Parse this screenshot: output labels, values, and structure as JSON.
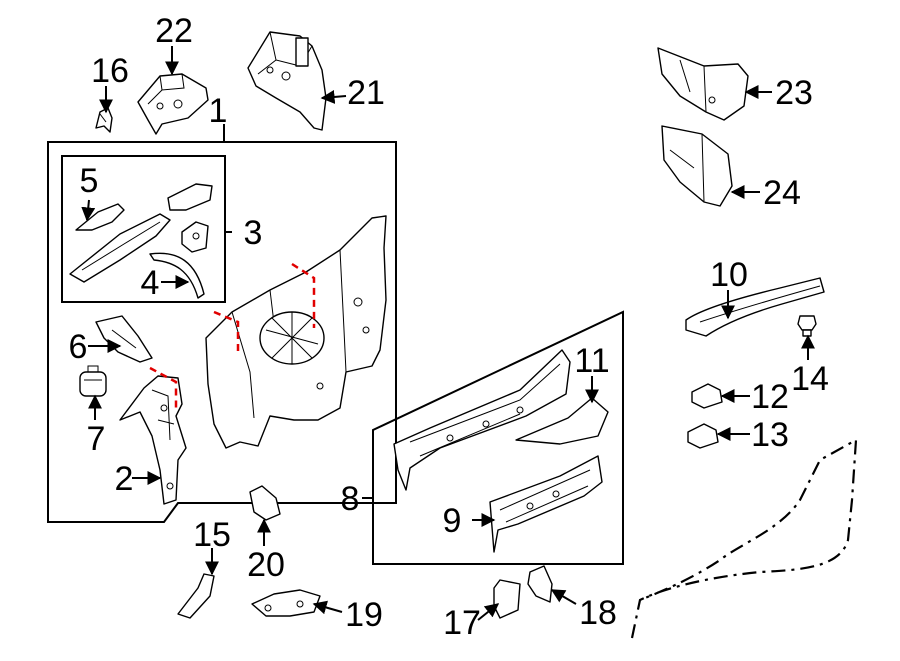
{
  "diagram": {
    "colors": {
      "line": "#000000",
      "cut_line": "#e10000",
      "background": "#ffffff"
    },
    "callouts": [
      {
        "id": "c1",
        "label": "1"
      },
      {
        "id": "c2",
        "label": "2"
      },
      {
        "id": "c3",
        "label": "3"
      },
      {
        "id": "c4",
        "label": "4"
      },
      {
        "id": "c5",
        "label": "5"
      },
      {
        "id": "c6",
        "label": "6"
      },
      {
        "id": "c7",
        "label": "7"
      },
      {
        "id": "c8",
        "label": "8"
      },
      {
        "id": "c9",
        "label": "9"
      },
      {
        "id": "c10",
        "label": "10"
      },
      {
        "id": "c11",
        "label": "11"
      },
      {
        "id": "c12",
        "label": "12"
      },
      {
        "id": "c13",
        "label": "13"
      },
      {
        "id": "c14",
        "label": "14"
      },
      {
        "id": "c15",
        "label": "15"
      },
      {
        "id": "c16",
        "label": "16"
      },
      {
        "id": "c17",
        "label": "17"
      },
      {
        "id": "c18",
        "label": "18"
      },
      {
        "id": "c19",
        "label": "19"
      },
      {
        "id": "c20",
        "label": "20"
      },
      {
        "id": "c21",
        "label": "21"
      },
      {
        "id": "c22",
        "label": "22"
      },
      {
        "id": "c23",
        "label": "23"
      },
      {
        "id": "c24",
        "label": "24"
      }
    ]
  }
}
